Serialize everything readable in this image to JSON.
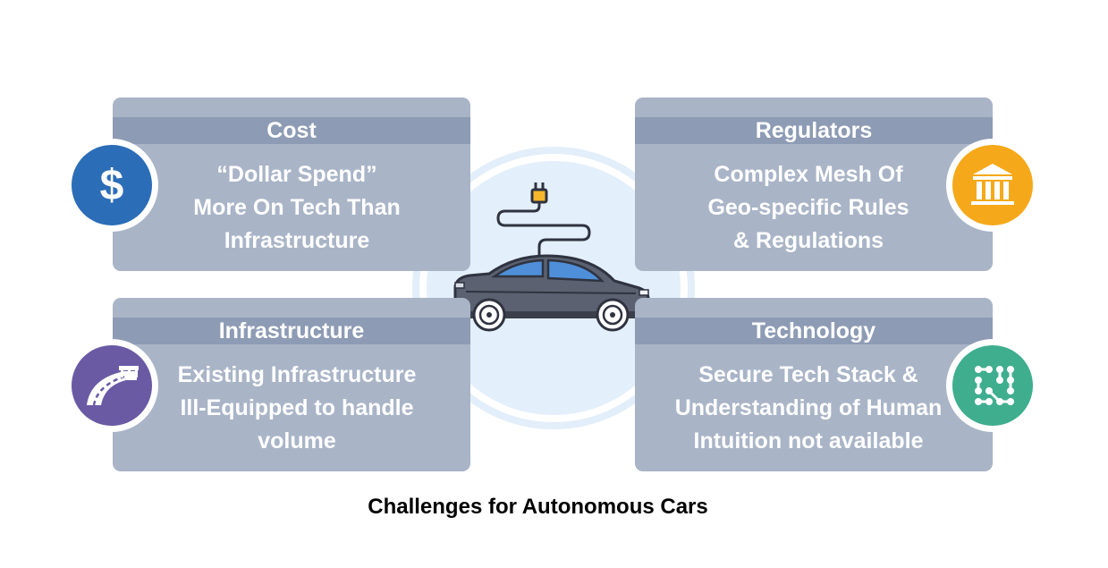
{
  "cards": {
    "cost": {
      "title": "Cost",
      "lines": [
        "“Dollar Spend”",
        "More On Tech Than",
        "Infrastructure"
      ]
    },
    "regulators": {
      "title": "Regulators",
      "lines": [
        "Complex Mesh Of",
        "Geo-specific Rules",
        "& Regulations"
      ]
    },
    "infrastructure": {
      "title": "Infrastructure",
      "lines": [
        "Existing Infrastructure",
        "Ill-Equipped to handle",
        "volume"
      ]
    },
    "technology": {
      "title": "Technology",
      "lines": [
        "Secure Tech Stack &",
        "Understanding of Human",
        "Intuition not available"
      ]
    }
  },
  "icons": {
    "cost": {
      "name": "dollar-icon",
      "color": "#2c6db8",
      "glyph": "$"
    },
    "infrastructure": {
      "name": "road-icon",
      "color": "#6a5aa4"
    },
    "regulators": {
      "name": "bank-building-icon",
      "color": "#f5a91a"
    },
    "technology": {
      "name": "circuit-dots-icon",
      "color": "#3fae8e"
    }
  },
  "center": {
    "icon": "electric-car-icon",
    "car_body_color": "#5b6170",
    "window_color": "#4f8fd9"
  },
  "caption": "Challenges for Autonomous Cars"
}
